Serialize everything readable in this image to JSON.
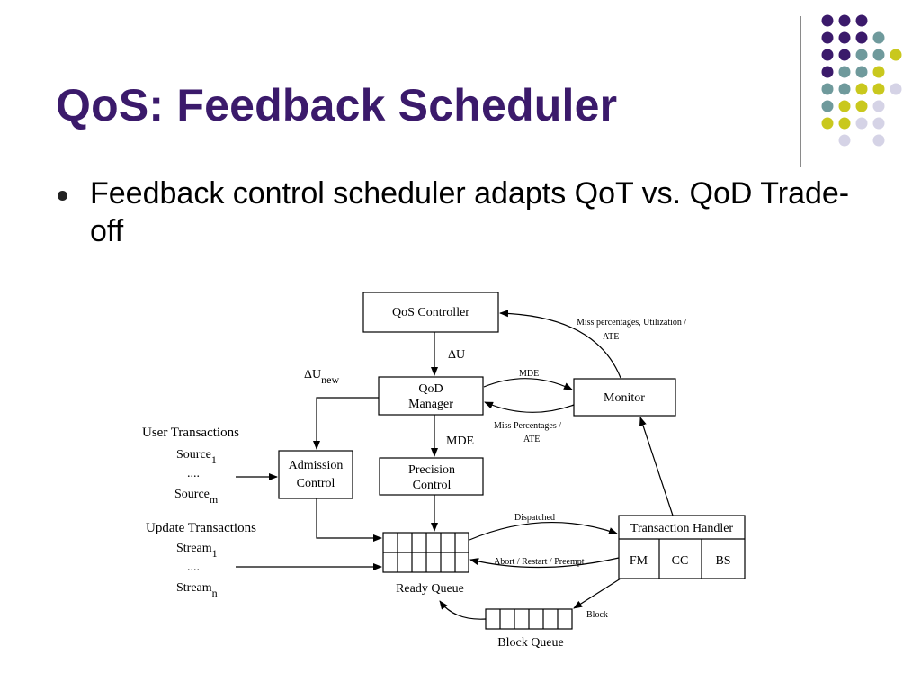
{
  "slide": {
    "title": "QoS: Feedback Scheduler",
    "bullet": "Feedback control scheduler adapts QoT vs. QoD Trade-off"
  },
  "colors": {
    "title": "#3b1a6b",
    "dot_purple": "#3b1a6b",
    "dot_teal": "#6f9a9c",
    "dot_yellow": "#c9c81e",
    "dot_lavender": "#d5d3e6"
  },
  "diagram": {
    "qos_controller": "QoS Controller",
    "delta_u": "ΔU",
    "delta_u_new_base": "ΔU",
    "delta_u_new_sub": "new",
    "qod_manager_line1": "QoD",
    "qod_manager_line2": "Manager",
    "mde_top": "MDE",
    "monitor": "Monitor",
    "miss_util_line1": "Miss percentages, Utilization /",
    "miss_util_line2": "ATE",
    "miss_pct_line1": "Miss Percentages /",
    "miss_pct_line2": "ATE",
    "user_transactions": "User Transactions",
    "source1_base": "Source",
    "source1_sub": "1",
    "dots1": "....",
    "sourcem_base": "Source",
    "sourcem_sub": "m",
    "admission_line1": "Admission",
    "admission_line2": "Control",
    "mde_mid": "MDE",
    "precision_line1": "Precision",
    "precision_line2": "Control",
    "update_transactions": "Update Transactions",
    "stream1_base": "Stream",
    "stream1_sub": "1",
    "dots2": "....",
    "streamn_base": "Stream",
    "streamn_sub": "n",
    "ready_queue": "Ready Queue",
    "dispatched": "Dispatched",
    "abort_restart": "Abort / Restart / Preempt",
    "transaction_handler": "Transaction Handler",
    "fm": "FM",
    "cc": "CC",
    "bs": "BS",
    "block": "Block",
    "block_queue": "Block Queue"
  }
}
